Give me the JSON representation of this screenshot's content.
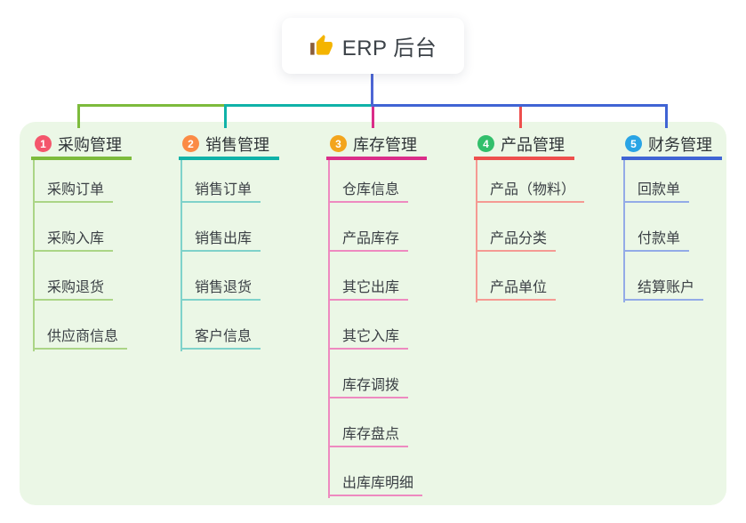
{
  "root": {
    "label": "ERP 后台",
    "icon": "thumbs-up-icon"
  },
  "canvas": {
    "background": "#ffffff",
    "panel_background": "#ebf7e6",
    "root_connector_color": "#4d66d5"
  },
  "branches": [
    {
      "index": "1",
      "label": "采购管理",
      "badge_color": "#f4566c",
      "line_color": "#7dbb3c",
      "child_line_color": "#abd586",
      "children": [
        "采购订单",
        "采购入库",
        "采购退货",
        "供应商信息"
      ]
    },
    {
      "index": "2",
      "label": "销售管理",
      "badge_color": "#fb8b45",
      "line_color": "#10b2a8",
      "child_line_color": "#7fd2ca",
      "children": [
        "销售订单",
        "销售出库",
        "销售退货",
        "客户信息"
      ]
    },
    {
      "index": "3",
      "label": "库存管理",
      "badge_color": "#f3a51d",
      "line_color": "#da2d89",
      "child_line_color": "#ee8ac0",
      "children": [
        "仓库信息",
        "产品库存",
        "其它出库",
        "其它入库",
        "库存调拨",
        "库存盘点",
        "出库库明细"
      ]
    },
    {
      "index": "4",
      "label": "产品管理",
      "badge_color": "#32bf6b",
      "line_color": "#ee4f4d",
      "child_line_color": "#f59a93",
      "children": [
        "产品（物料）",
        "产品分类",
        "产品单位"
      ]
    },
    {
      "index": "5",
      "label": "财务管理",
      "badge_color": "#29a4e5",
      "line_color": "#4064d4",
      "child_line_color": "#93abe7",
      "children": [
        "回款单",
        "付款单",
        "结算账户"
      ]
    }
  ]
}
